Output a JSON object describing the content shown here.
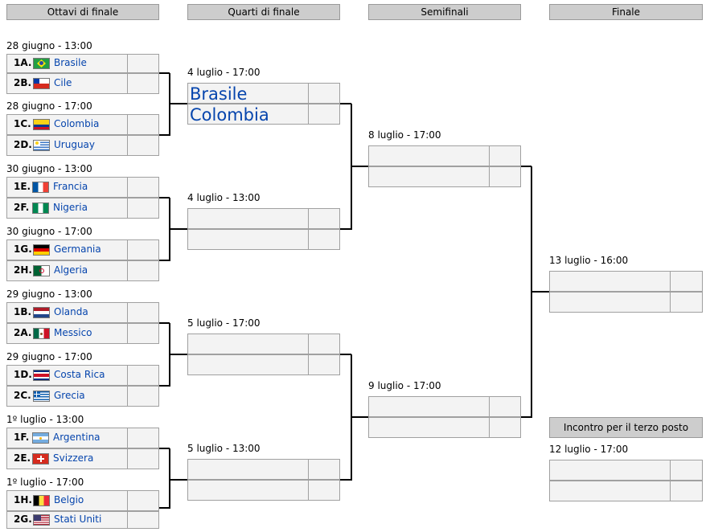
{
  "headers": {
    "r16": "Ottavi di finale",
    "qf": "Quarti di finale",
    "sf": "Semifinali",
    "final": "Finale",
    "third": "Incontro per il terzo posto"
  },
  "r16": [
    {
      "date": "28 giugno - 13:00",
      "teams": [
        {
          "seed": "1A.",
          "name": "Brasile",
          "flag": "brazil-flag-icon"
        },
        {
          "seed": "2B.",
          "name": "Cile",
          "flag": "chile-flag-icon"
        }
      ]
    },
    {
      "date": "28 giugno - 17:00",
      "teams": [
        {
          "seed": "1C.",
          "name": "Colombia",
          "flag": "colombia-flag-icon"
        },
        {
          "seed": "2D.",
          "name": "Uruguay",
          "flag": "uruguay-flag-icon"
        }
      ]
    },
    {
      "date": "30 giugno - 13:00",
      "teams": [
        {
          "seed": "1E.",
          "name": "Francia",
          "flag": "france-flag-icon"
        },
        {
          "seed": "2F.",
          "name": "Nigeria",
          "flag": "nigeria-flag-icon"
        }
      ]
    },
    {
      "date": "30 giugno - 17:00",
      "teams": [
        {
          "seed": "1G.",
          "name": "Germania",
          "flag": "germany-flag-icon"
        },
        {
          "seed": "2H.",
          "name": "Algeria",
          "flag": "algeria-flag-icon"
        }
      ]
    },
    {
      "date": "29 giugno - 13:00",
      "teams": [
        {
          "seed": "1B.",
          "name": "Olanda",
          "flag": "netherlands-flag-icon"
        },
        {
          "seed": "2A.",
          "name": "Messico",
          "flag": "mexico-flag-icon"
        }
      ]
    },
    {
      "date": "29 giugno - 17:00",
      "teams": [
        {
          "seed": "1D.",
          "name": "Costa Rica",
          "flag": "costa-rica-flag-icon"
        },
        {
          "seed": "2C.",
          "name": "Grecia",
          "flag": "greece-flag-icon"
        }
      ]
    },
    {
      "date": "1º luglio - 13:00",
      "teams": [
        {
          "seed": "1F.",
          "name": "Argentina",
          "flag": "argentina-flag-icon"
        },
        {
          "seed": "2E.",
          "name": "Svizzera",
          "flag": "switzerland-flag-icon"
        }
      ]
    },
    {
      "date": "1º luglio - 17:00",
      "teams": [
        {
          "seed": "1H.",
          "name": "Belgio",
          "flag": "belgium-flag-icon"
        },
        {
          "seed": "2G.",
          "name": "Stati Uniti",
          "flag": "usa-flag-icon"
        }
      ]
    }
  ],
  "qf": [
    {
      "date": "4 luglio - 17:00",
      "teams": [
        "Brasile",
        "Colombia"
      ]
    },
    {
      "date": "4 luglio - 13:00",
      "teams": [
        "",
        ""
      ]
    },
    {
      "date": "5 luglio - 17:00",
      "teams": [
        "",
        ""
      ]
    },
    {
      "date": "5 luglio - 13:00",
      "teams": [
        "",
        ""
      ]
    }
  ],
  "sf": [
    {
      "date": "8 luglio - 17:00"
    },
    {
      "date": "9 luglio - 17:00"
    }
  ],
  "final": {
    "date": "13 luglio - 16:00"
  },
  "third": {
    "date": "12 luglio - 17:00"
  }
}
